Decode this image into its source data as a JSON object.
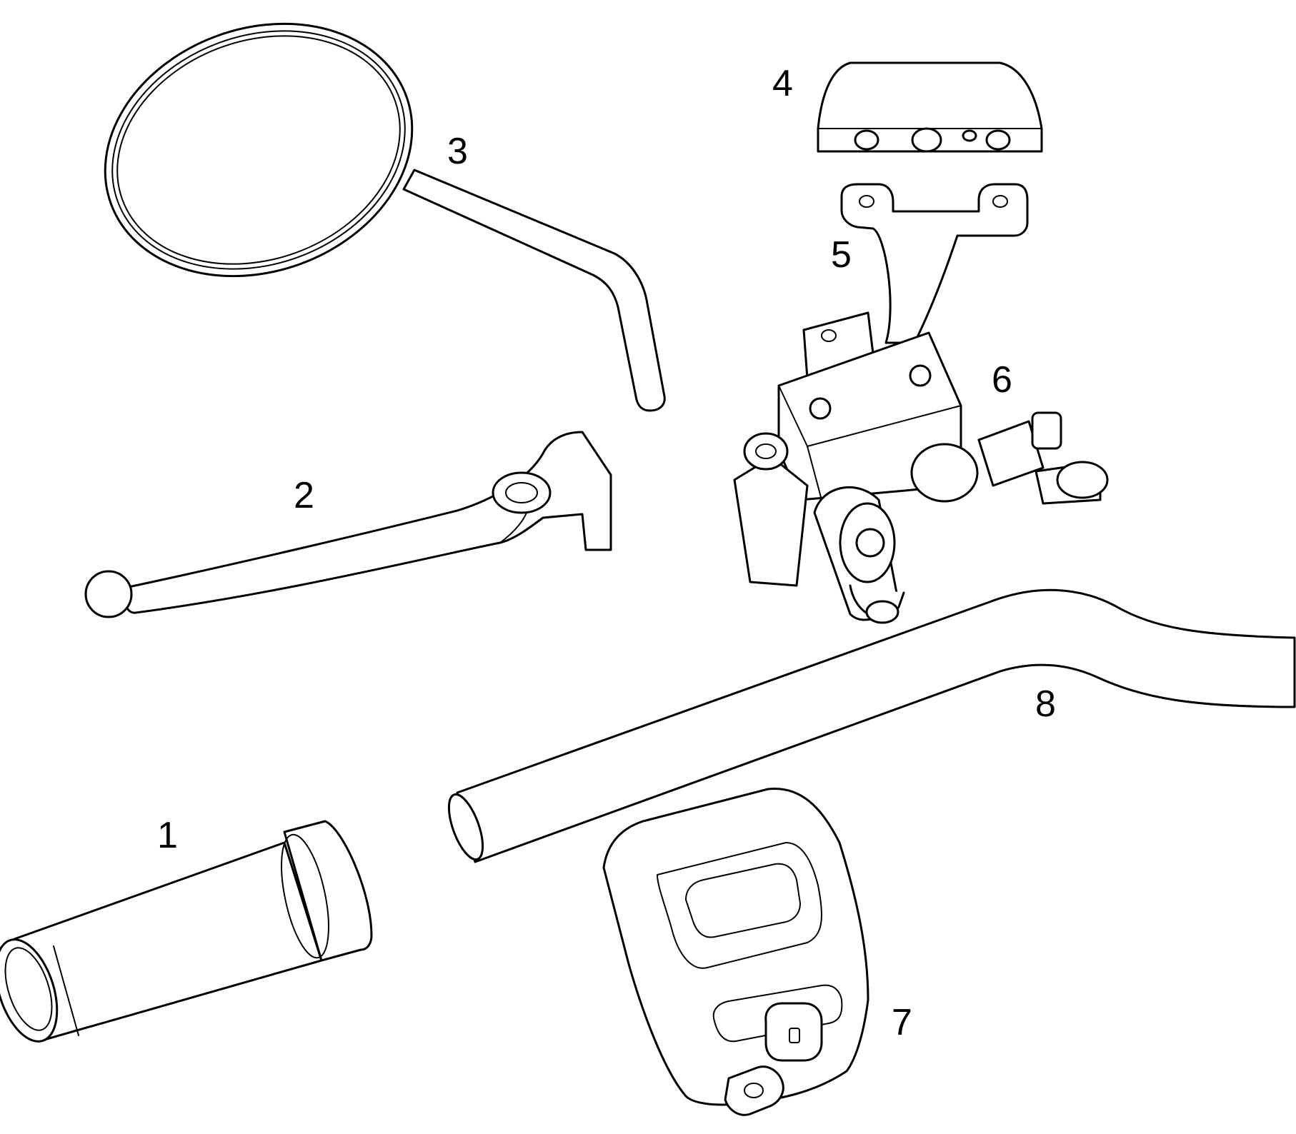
{
  "callouts": {
    "grip": "1",
    "lever": "2",
    "mirror": "3",
    "reservoir_cap": "4",
    "bracket": "5",
    "master_cylinder": "6",
    "switch_housing": "7",
    "handlebar": "8"
  },
  "colors": {
    "line": "#000000",
    "background": "#ffffff"
  }
}
